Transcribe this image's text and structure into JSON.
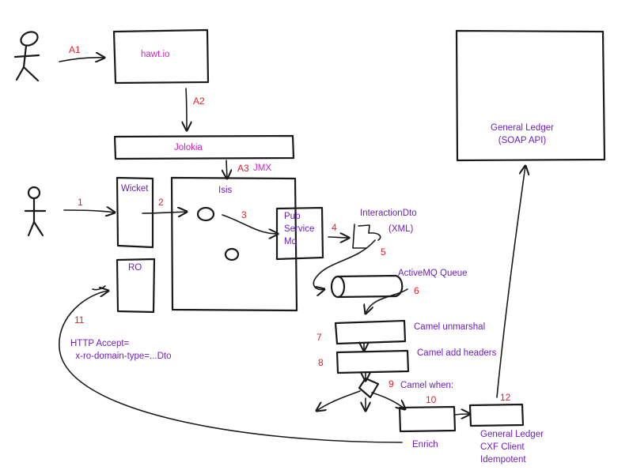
{
  "colors": {
    "step_number": "#e8202a",
    "component": "#6a1fc4",
    "hawtio": "#d020c8",
    "ink": "#1a1a1a"
  },
  "components": {
    "hawtio": "hawt.io",
    "jolokia": "Jolokia",
    "jmx": "JMX",
    "wicket": "Wicket",
    "isis": "Isis",
    "pub_service": "Pub\nService\nMq",
    "ro": "RO",
    "interaction_dto": "InteractionDto",
    "xml": "(XML)",
    "activemq_queue": "ActiveMQ Queue",
    "camel_unmarshal": "Camel unmarshal",
    "camel_add_headers": "Camel add headers",
    "camel_when": "Camel when:",
    "enrich": "Enrich",
    "general_ledger_api": "General Ledger\n(SOAP API)",
    "cxf_client": "General Ledger\nCXF Client\nIdempotent",
    "http_accept": "HTTP Accept=\n  x-ro-domain-type=...Dto"
  },
  "steps": {
    "a1": "A1",
    "a2": "A2",
    "a3": "A3",
    "s1": "1",
    "s2": "2",
    "s3": "3",
    "s4": "4",
    "s5": "5",
    "s6": "6",
    "s7": "7",
    "s8": "8",
    "s9": "9",
    "s10": "10",
    "s11": "11",
    "s12": "12"
  }
}
